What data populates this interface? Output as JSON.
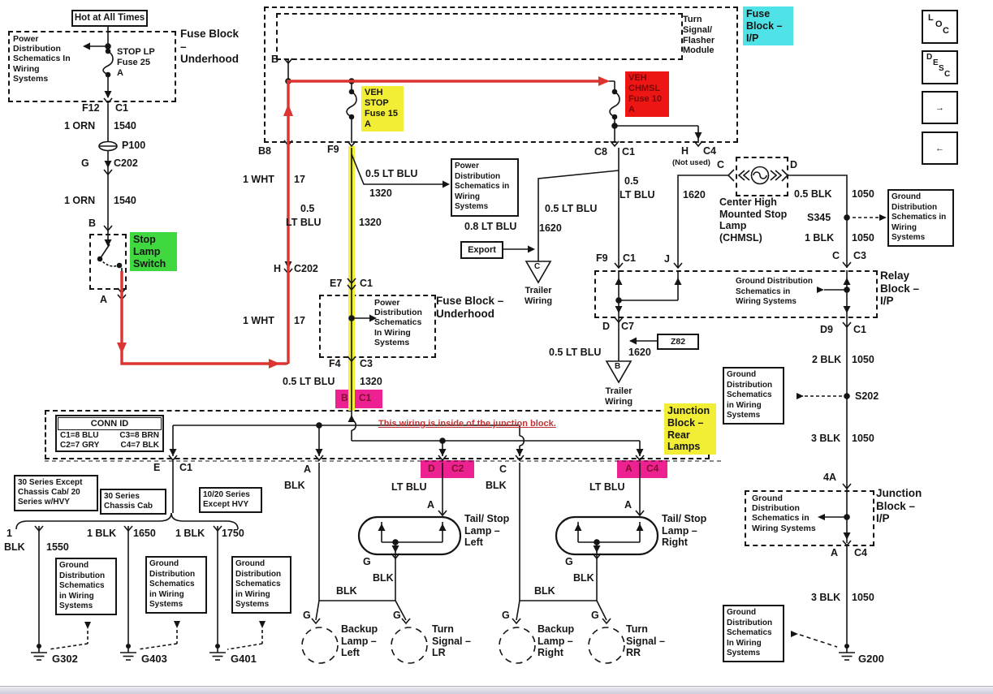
{
  "colors": {
    "red_path": "#dc3430",
    "yellow_highlight": "#f2ee35",
    "green_highlight": "#3fd83f",
    "cyan_highlight": "#4fe3e8",
    "magenta_highlight": "#ee2192",
    "red_highlight": "#ee1515"
  },
  "nav": {
    "loc": [
      "L",
      "O",
      "C"
    ],
    "desc": [
      "D",
      "E",
      "S",
      "C"
    ],
    "next_arrow": "→",
    "prev_arrow": "←"
  },
  "refs": {
    "power_dist": "Power Distribution Schematics in Wiring Systems",
    "power_dist_cap": "Power Distribution Schematics In Wiring Systems",
    "ground_dist": "Ground Distribution Schematics in Wiring Systems",
    "ground_dist_cap": "Ground Distribution Schematics In Wiring Systems"
  },
  "blocks": {
    "hot_at_all_times": "Hot at All Times",
    "fuse_block_underhood": "Fuse Block – Underhood",
    "turn_signal_module": "Turn Signal/ Flasher Module",
    "fuse_block_ip": "Fuse Block – I/P",
    "stop_lamp_switch": "Stop Lamp Switch",
    "relay_block_ip": "Relay Block – I/P",
    "junction_block_ip": "Junction Block – I/P",
    "junction_block_rear": "Junction Block – Rear Lamps",
    "chmsl": "Center High Mounted Stop Lamp (CHMSL)",
    "export": "Export",
    "z82": "Z82",
    "trailer_wiring": "Trailer Wiring",
    "not_used": "(Not used)"
  },
  "fuses": {
    "stop_lp": "STOP LP Fuse 25 A",
    "veh_stop": "VEH STOP Fuse 15 A",
    "veh_chmsl": "VEH CHMSL Fuse 10 A"
  },
  "conn_id": {
    "title": "CONN ID",
    "rows": [
      [
        "C1=8 BLU",
        "C3=8 BRN"
      ],
      [
        "C2=7 GRY",
        "C4=7 BLK"
      ]
    ]
  },
  "variants": {
    "v1": "30 Series Except Chassis Cab/ 20 Series w/HVY",
    "v2": "30 Series Chassis Cab",
    "v3": "10/20 Series Except HVY"
  },
  "note": "This wiring is inside of the junction block.",
  "pins": {
    "f12": "F12",
    "c1": "C1",
    "g": "G",
    "c202": "C202",
    "b": "B",
    "a": "A",
    "b8": "B8",
    "f9": "F9",
    "e7": "E7",
    "f4": "F4",
    "c3": "C3",
    "c8": "C8",
    "h": "H",
    "c4": "C4",
    "j": "J",
    "d": "D",
    "c7": "C7",
    "c": "C",
    "d9": "D9",
    "e": "E",
    "c2": "C2",
    "t4a": "4A"
  },
  "wires": {
    "orn_1540": {
      "label": "1 ORN",
      "ckt": "1540"
    },
    "wht_17": {
      "label": "1 WHT",
      "ckt": "17"
    },
    "ltblu_1320": {
      "label": "0.5 LT BLU",
      "ckt": "1320"
    },
    "ltblu_1320_split": {
      "size": "0.5",
      "color": "LT BLU",
      "ckt": "1320"
    },
    "ltblu_1620": {
      "label": "0.5 LT BLU",
      "ckt": "1620"
    },
    "ltblu_1620_split": {
      "size": "0.5",
      "color": "LT BLU",
      "ckt": "1620"
    },
    "ltblu_08": "0.8 LT BLU",
    "blk05_1050": {
      "label": "0.5 BLK",
      "ckt": "1050"
    },
    "blk1_1050": {
      "label": "1 BLK",
      "ckt": "1050"
    },
    "blk2_1050": {
      "label": "2 BLK",
      "ckt": "1050"
    },
    "blk3_1050": {
      "label": "3 BLK",
      "ckt": "1050"
    },
    "blk_1550": {
      "size": "1",
      "color": "BLK",
      "ckt": "1550"
    },
    "blk_1650": {
      "label": "1 BLK",
      "ckt": "1650"
    },
    "blk_1750": {
      "label": "1 BLK",
      "ckt": "1750"
    },
    "blk": "BLK",
    "ltblu": "LT BLU"
  },
  "splices": {
    "p100": "P100",
    "s345": "S345",
    "s202": "S202"
  },
  "grounds": {
    "g302": "G302",
    "g403": "G403",
    "g401": "G401",
    "g200": "G200"
  },
  "lamps": {
    "tail_left": "Tail/ Stop Lamp – Left",
    "tail_right": "Tail/ Stop Lamp – Right",
    "backup_left": "Backup Lamp – Left",
    "backup_right": "Backup Lamp – Right",
    "turn_lr": "Turn Signal – LR",
    "turn_rr": "Turn Signal – RR",
    "g": "G"
  }
}
